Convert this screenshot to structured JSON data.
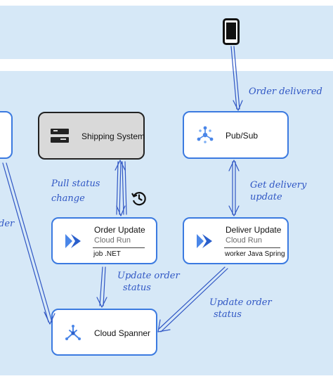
{
  "nodes": {
    "shipping": {
      "label": "Shipping System"
    },
    "pubsub": {
      "label": "Pub/Sub"
    },
    "order_update": {
      "label": "Order Update",
      "sub": "Cloud Run",
      "foot": "job .NET"
    },
    "deliver_update": {
      "label": "Deliver Update",
      "sub": "Cloud Run",
      "foot": "worker Java Spring"
    },
    "cloud_spanner": {
      "label": "Cloud Spanner"
    }
  },
  "annotations": {
    "order_delivered": "Order delivered",
    "pull_status_1": "Pull status",
    "pull_status_2": "change",
    "get_delivery_1": "Get delivery",
    "get_delivery_2": "update",
    "update_order_mid_1": "Update order",
    "update_order_mid_2": "status",
    "update_order_right_1": "Update order",
    "update_order_right_2": "status",
    "left_cut": "der"
  },
  "colors": {
    "background_band": "#d6e8f7",
    "node_border": "#3b7ae0",
    "handwriting": "#2f56c4",
    "arrow": "#2f56c4"
  }
}
